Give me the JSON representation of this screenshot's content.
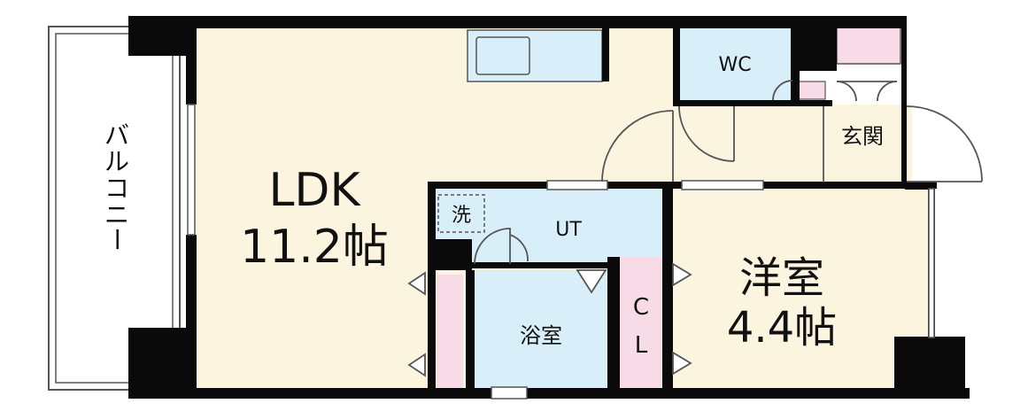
{
  "colors": {
    "wall": "#0a0a0a",
    "floor_main": "#fbf5e0",
    "wet_area": "#d8eef8",
    "storage": "#f7dbe6",
    "outline": "#555555"
  },
  "rooms": {
    "ldk": {
      "name": "LDK",
      "size": "11.2帖"
    },
    "western": {
      "name": "洋室",
      "size": "4.4帖"
    },
    "wc": {
      "name": "WC"
    },
    "entrance": {
      "name": "玄関"
    },
    "utility": {
      "name": "UT"
    },
    "washer": {
      "name": "洗"
    },
    "bath": {
      "name": "浴室"
    },
    "closet": {
      "line1": "C",
      "line2": "L"
    }
  },
  "balcony": {
    "chars": [
      "バ",
      "ル",
      "コ",
      "ニ",
      "ー"
    ]
  }
}
